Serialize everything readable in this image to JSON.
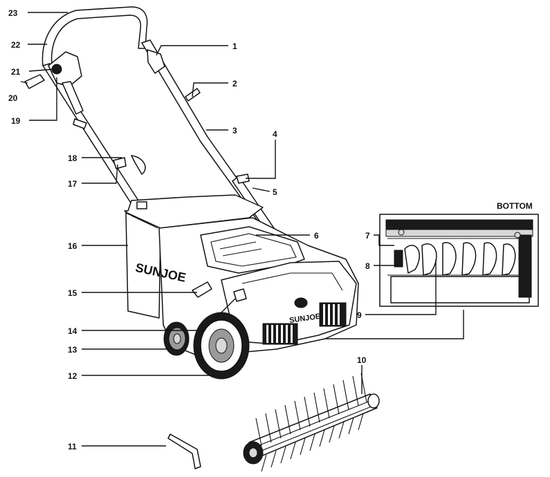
{
  "inset_label": "BOTTOM",
  "brand_text": "SUNJOE",
  "callouts": [
    "1",
    "2",
    "3",
    "4",
    "5",
    "6",
    "7",
    "8",
    "9",
    "10",
    "11",
    "12",
    "13",
    "14",
    "15",
    "16",
    "17",
    "18",
    "19",
    "20",
    "21",
    "22",
    "23"
  ]
}
